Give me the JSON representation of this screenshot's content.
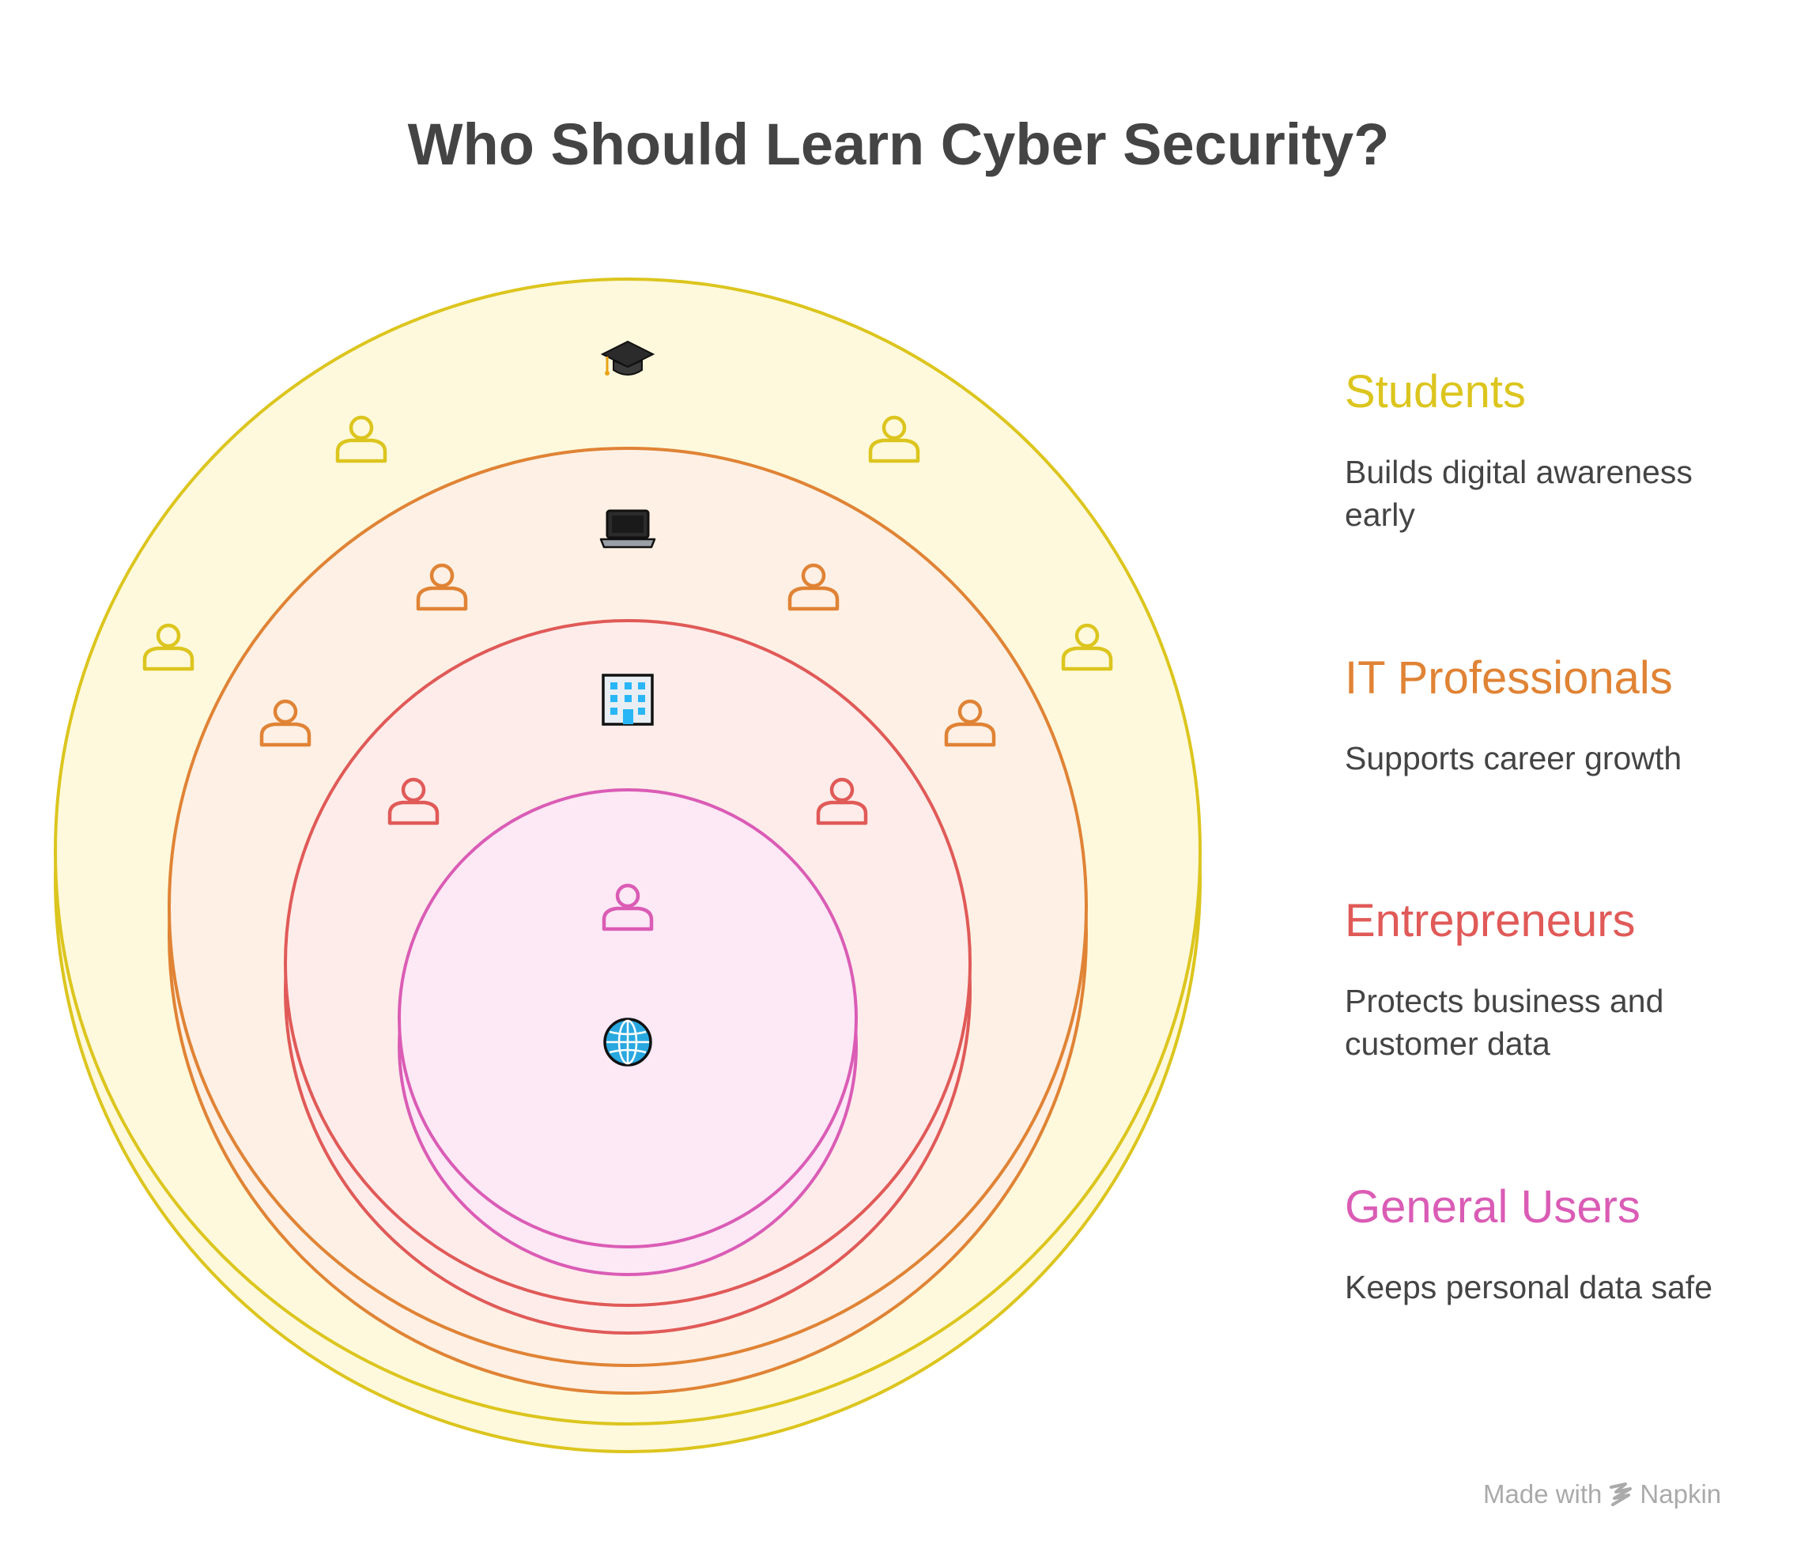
{
  "title": "Who Should Learn Cyber Security?",
  "colors": {
    "students": "#DCC51E",
    "it_professionals": "#E08335",
    "entrepreneurs": "#E05A58",
    "general_users": "#DA5CB5",
    "text": "#444444",
    "footer": "#AAAAAA"
  },
  "rings": [
    {
      "key": "students",
      "icon": "graduation-cap-icon"
    },
    {
      "key": "it_professionals",
      "icon": "laptop-icon"
    },
    {
      "key": "entrepreneurs",
      "icon": "office-building-icon"
    },
    {
      "key": "general_users",
      "icon": "person-icon"
    }
  ],
  "center_icon": "globe-icon",
  "legend": [
    {
      "title": "Students",
      "description": "Builds digital awareness early"
    },
    {
      "title": "IT Professionals",
      "description": "Supports career growth"
    },
    {
      "title": "Entrepreneurs",
      "description": "Protects business and customer data"
    },
    {
      "title": "General Users",
      "description": "Keeps personal data safe"
    }
  ],
  "footer": {
    "prefix": "Made with",
    "brand": "Napkin"
  }
}
